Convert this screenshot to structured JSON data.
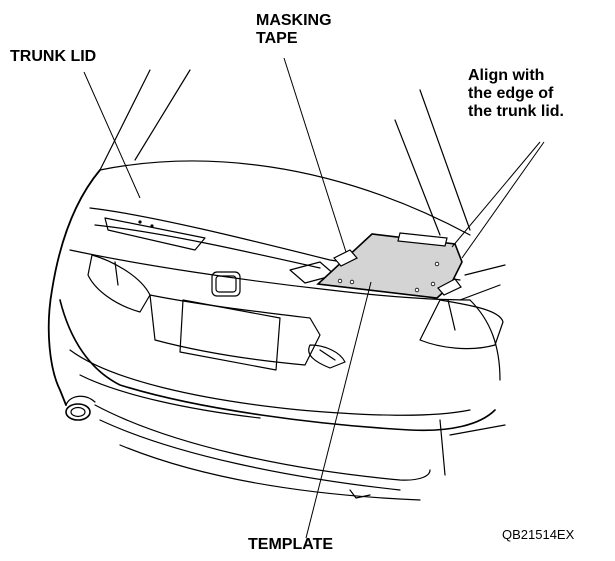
{
  "labels": {
    "trunk_lid": "TRUNK LID",
    "masking_tape": [
      "MASKING",
      "TAPE"
    ],
    "align": [
      "Align with",
      "the edge of",
      "the trunk lid."
    ],
    "template": "TEMPLATE",
    "figure_code": "QB21514EX"
  },
  "colors": {
    "line": "#000000",
    "template_fill": "#d4d4d4",
    "background": "#ffffff"
  }
}
